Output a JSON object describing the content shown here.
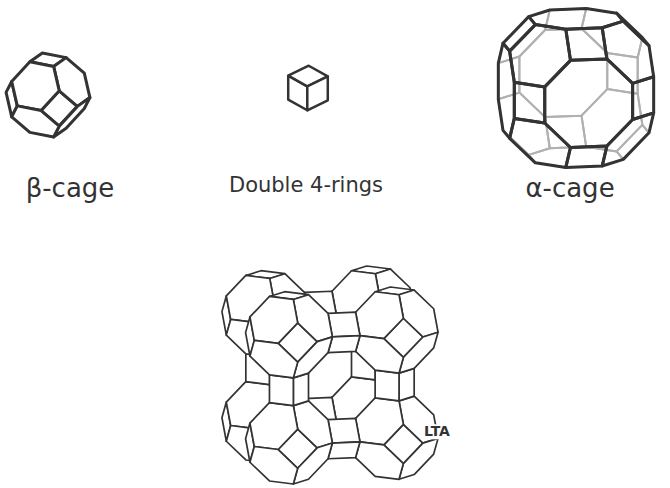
{
  "diagram": {
    "labels": [
      "β-cage",
      "Double 4-rings",
      "α-cage",
      "LTA"
    ]
  }
}
